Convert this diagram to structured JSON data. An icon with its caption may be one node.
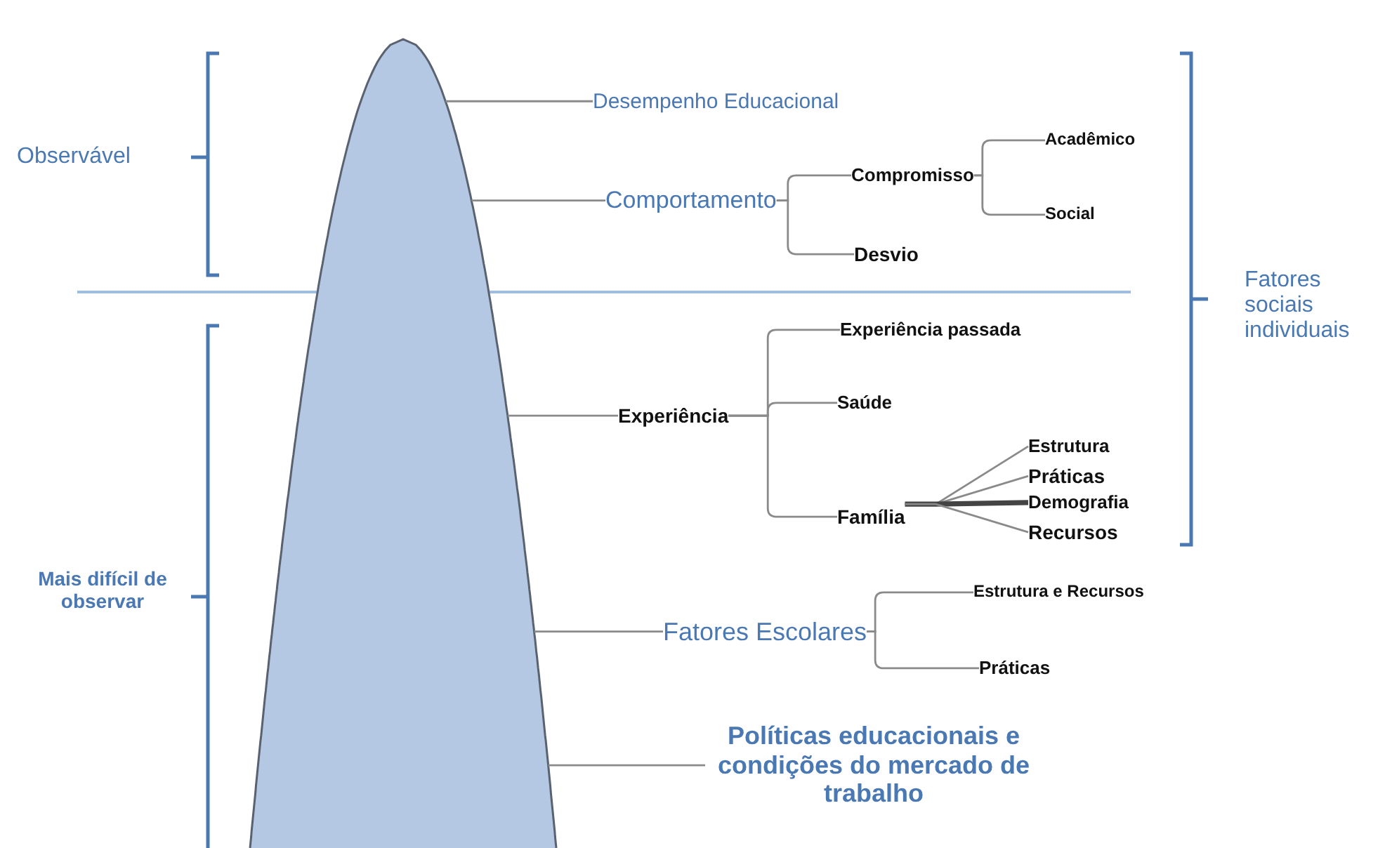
{
  "diagram": {
    "nodes": [
      {
        "text": [],
        "shape": "peak"
      },
      {
        "text": [
          "Desempenho Educacional"
        ]
      },
      {
        "text": [
          "Comportamento"
        ]
      },
      {
        "text": [
          "Compromisso"
        ]
      },
      {
        "text": [
          "Acadêmico"
        ]
      },
      {
        "text": [
          "Social"
        ]
      },
      {
        "text": [
          "Desvio"
        ]
      },
      {
        "text": [
          "Experiência"
        ]
      },
      {
        "text": [
          "Experiência passada"
        ]
      },
      {
        "text": [
          "Saúde"
        ]
      },
      {
        "text": [
          "Família"
        ]
      },
      {
        "text": [
          "Estrutura"
        ]
      },
      {
        "text": [
          "Práticas"
        ]
      },
      {
        "text": [
          "Demografia"
        ]
      },
      {
        "text": [
          "Recursos"
        ]
      },
      {
        "text": [
          "Fatores Escolares"
        ]
      },
      {
        "text": [
          "Estrutura e Recursos"
        ]
      },
      {
        "text": [
          "Práticas"
        ]
      },
      {
        "text": [
          "Políticas educacionais e condições do mercado de trabalho"
        ]
      }
    ],
    "edges": [
      {
        "from": 0,
        "to": 1,
        "arrow": "none"
      },
      {
        "from": 0,
        "to": 2,
        "arrow": "none"
      },
      {
        "from": 2,
        "to": 3,
        "arrow": "none"
      },
      {
        "from": 3,
        "to": 4,
        "arrow": "none"
      },
      {
        "from": 3,
        "to": 5,
        "arrow": "none"
      },
      {
        "from": 2,
        "to": 6,
        "arrow": "none"
      },
      {
        "from": 0,
        "to": 7,
        "arrow": "none"
      },
      {
        "from": 7,
        "to": 8,
        "arrow": "none"
      },
      {
        "from": 7,
        "to": 9,
        "arrow": "none"
      },
      {
        "from": 7,
        "to": 10,
        "arrow": "none"
      },
      {
        "from": 10,
        "to": 11,
        "arrow": "none"
      },
      {
        "from": 10,
        "to": 12,
        "arrow": "none"
      },
      {
        "from": 10,
        "to": 13,
        "arrow": "none",
        "style": "thick"
      },
      {
        "from": 10,
        "to": 14,
        "arrow": "none"
      },
      {
        "from": 0,
        "to": 15,
        "arrow": "none"
      },
      {
        "from": 15,
        "to": 16,
        "arrow": "none"
      },
      {
        "from": 15,
        "to": 17,
        "arrow": "none"
      },
      {
        "from": 0,
        "to": 18,
        "arrow": "none"
      }
    ],
    "labels": [
      "Observável",
      "Fatores sociais individuais",
      "Mais difícil de observar"
    ]
  }
}
